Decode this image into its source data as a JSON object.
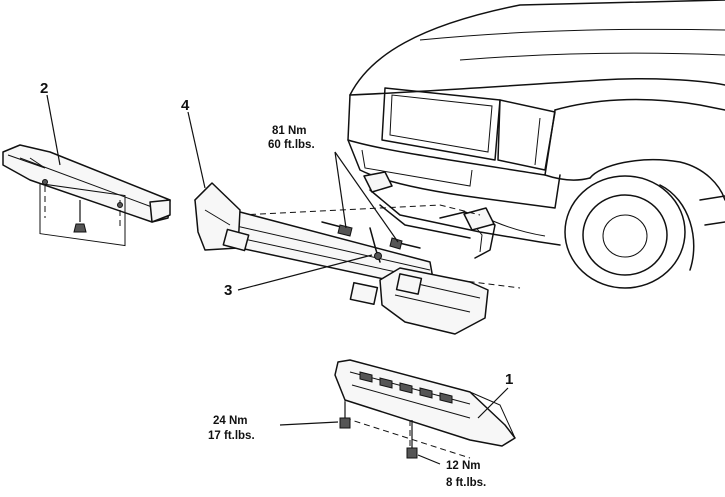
{
  "callouts": {
    "c1": "1",
    "c2": "2",
    "c3": "3",
    "c4": "4"
  },
  "torque": {
    "bracket_nm": "81 Nm",
    "bracket_ftlbs": "60 ft.lbs.",
    "lower_left_nm": "24 Nm",
    "lower_left_ftlbs": "17 ft.lbs.",
    "lower_right_nm": "12 Nm",
    "lower_right_ftlbs": "8 ft.lbs."
  }
}
